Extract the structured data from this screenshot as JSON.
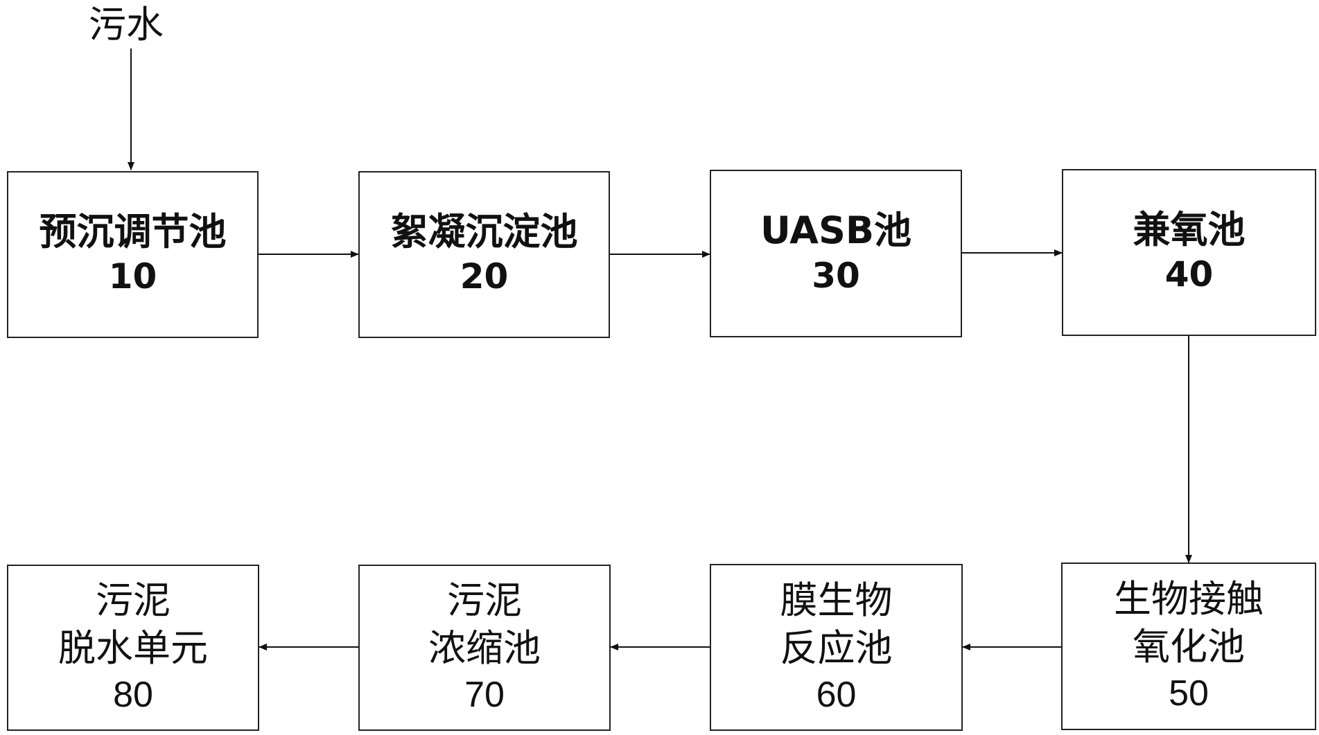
{
  "input_label": "污水",
  "top_row": [
    {
      "name": "预沉调节池",
      "number": "10"
    },
    {
      "name": "絮凝沉淀池",
      "number": "20"
    },
    {
      "name": "UASB池",
      "number": "30"
    },
    {
      "name": "兼氧池",
      "number": "40"
    }
  ],
  "bottom_row": [
    {
      "line1": "污泥",
      "line2": "脱水单元",
      "number": "80"
    },
    {
      "line1": "污泥",
      "line2": "浓缩池",
      "number": "70"
    },
    {
      "line1": "膜生物",
      "line2": "反应池",
      "number": "60"
    },
    {
      "line1": "生物接触",
      "line2": "氧化池",
      "number": "50"
    }
  ]
}
